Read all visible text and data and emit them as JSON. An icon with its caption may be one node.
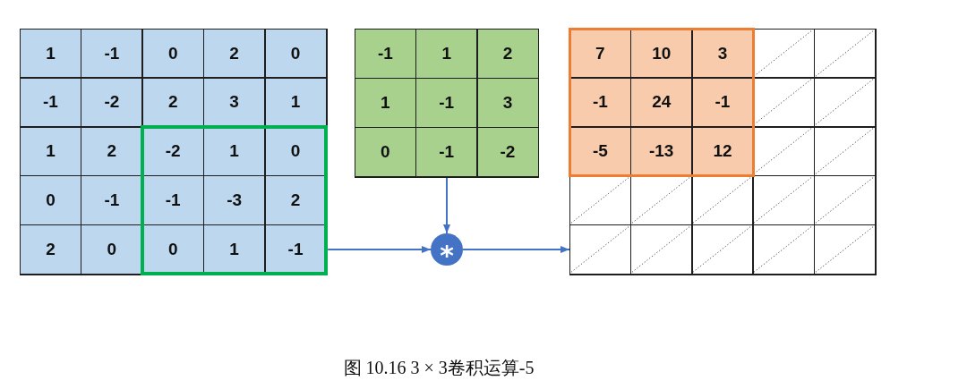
{
  "diagram": {
    "caption": "图 10.16 3 × 3卷积运算-5",
    "nodes": [
      {
        "text": [],
        "shape": "box"
      },
      {
        "text": [],
        "shape": "box",
        "in": 0
      },
      {
        "text": [
          "1"
        ],
        "in": 0
      },
      {
        "text": [
          "-1"
        ],
        "in": 0
      },
      {
        "text": [
          "0"
        ],
        "in": 0
      },
      {
        "text": [
          "2"
        ],
        "in": 0
      },
      {
        "text": [
          "0"
        ],
        "in": 0
      },
      {
        "text": [
          "-1"
        ],
        "in": 0
      },
      {
        "text": [
          "-2"
        ],
        "in": 0
      },
      {
        "text": [
          "2"
        ],
        "in": 0
      },
      {
        "text": [
          "3"
        ],
        "in": 0
      },
      {
        "text": [
          "1"
        ],
        "in": 0
      },
      {
        "text": [
          "1"
        ],
        "in": 0
      },
      {
        "text": [
          "2"
        ],
        "in": 0
      },
      {
        "text": [
          "-2"
        ],
        "in": 1
      },
      {
        "text": [
          "1"
        ],
        "in": 1
      },
      {
        "text": [
          "0"
        ],
        "in": 1
      },
      {
        "text": [
          "0"
        ],
        "in": 0
      },
      {
        "text": [
          "-1"
        ],
        "in": 0
      },
      {
        "text": [
          "-1"
        ],
        "in": 1
      },
      {
        "text": [
          "-3"
        ],
        "in": 1
      },
      {
        "text": [
          "2"
        ],
        "in": 1
      },
      {
        "text": [
          "2"
        ],
        "in": 0
      },
      {
        "text": [
          "0"
        ],
        "in": 0
      },
      {
        "text": [
          "0"
        ],
        "in": 1
      },
      {
        "text": [
          "1"
        ],
        "in": 1
      },
      {
        "text": [
          "-1"
        ],
        "in": 1
      },
      {
        "text": [],
        "shape": "box"
      },
      {
        "text": [
          "-1"
        ],
        "in": 27
      },
      {
        "text": [
          "1"
        ],
        "in": 27
      },
      {
        "text": [
          "2"
        ],
        "in": 27
      },
      {
        "text": [
          "1"
        ],
        "in": 27
      },
      {
        "text": [
          "-1"
        ],
        "in": 27
      },
      {
        "text": [
          "3"
        ],
        "in": 27
      },
      {
        "text": [
          "0"
        ],
        "in": 27
      },
      {
        "text": [
          "-1"
        ],
        "in": 27
      },
      {
        "text": [
          "-2"
        ],
        "in": 27
      },
      {
        "text": [
          "*"
        ]
      },
      {
        "text": [],
        "shape": "box"
      },
      {
        "text": [],
        "shape": "box",
        "in": 38
      },
      {
        "text": [
          "7"
        ],
        "in": 39
      },
      {
        "text": [
          "10"
        ],
        "in": 39
      },
      {
        "text": [
          "3"
        ],
        "in": 39
      },
      {
        "text": [],
        "shape": "box",
        "in": 38
      },
      {
        "text": [],
        "shape": "box",
        "in": 38
      },
      {
        "text": [
          "-1"
        ],
        "in": 39
      },
      {
        "text": [
          "24"
        ],
        "in": 39
      },
      {
        "text": [
          "-1"
        ],
        "in": 39
      },
      {
        "text": [],
        "shape": "box",
        "in": 38
      },
      {
        "text": [],
        "shape": "box",
        "in": 38
      },
      {
        "text": [
          "-5"
        ],
        "in": 39
      },
      {
        "text": [
          "-13"
        ],
        "in": 39
      },
      {
        "text": [
          "12"
        ],
        "in": 39
      },
      {
        "text": [],
        "shape": "box",
        "in": 38
      },
      {
        "text": [],
        "shape": "box",
        "in": 38
      },
      {
        "text": [],
        "shape": "box",
        "in": 38
      },
      {
        "text": [],
        "shape": "box",
        "in": 38
      },
      {
        "text": [],
        "shape": "box",
        "in": 38
      },
      {
        "text": [],
        "shape": "box",
        "in": 38
      },
      {
        "text": [],
        "shape": "box",
        "in": 38
      },
      {
        "text": [],
        "shape": "box",
        "in": 38
      },
      {
        "text": [],
        "shape": "box",
        "in": 38
      },
      {
        "text": [],
        "shape": "box",
        "in": 38
      },
      {
        "text": [],
        "shape": "box",
        "in": 38
      },
      {
        "text": [],
        "shape": "box",
        "in": 38
      }
    ],
    "edges": [
      {
        "from": 1,
        "to": 37,
        "arrow": "to"
      },
      {
        "from": 27,
        "to": 37,
        "arrow": "to"
      },
      {
        "from": 37,
        "to": 38,
        "arrow": "to"
      }
    ]
  }
}
